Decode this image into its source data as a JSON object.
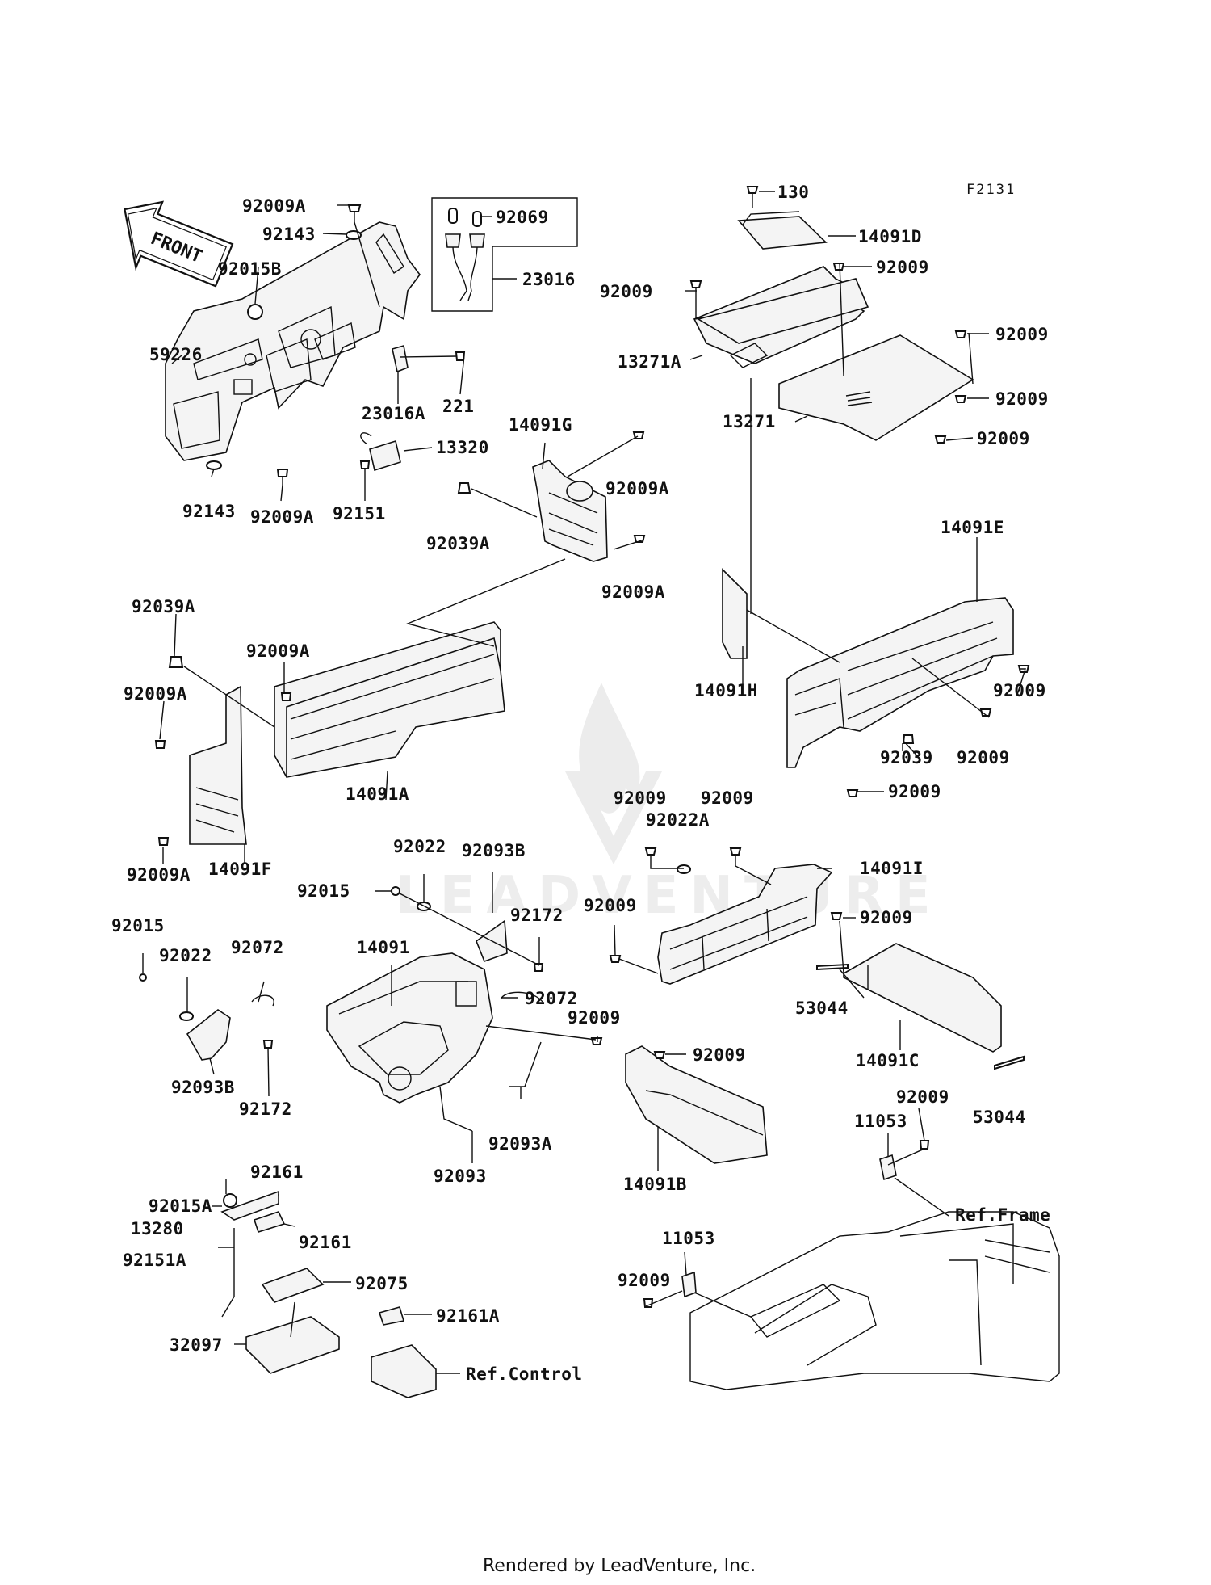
{
  "figure_code": "F2131",
  "footer": "Rendered by LeadVenture, Inc.",
  "watermark": "LEADVENTURE",
  "front_arrow": "FRONT",
  "references": {
    "frame": "Ref.Frame",
    "control": "Ref.Control"
  },
  "callouts": [
    {
      "id": "c1",
      "text": "92009A"
    },
    {
      "id": "c2",
      "text": "92143"
    },
    {
      "id": "c3",
      "text": "92015B"
    },
    {
      "id": "c4",
      "text": "59226"
    },
    {
      "id": "c5",
      "text": "92143"
    },
    {
      "id": "c6",
      "text": "92009A"
    },
    {
      "id": "c7",
      "text": "92069"
    },
    {
      "id": "c8",
      "text": "23016"
    },
    {
      "id": "c9",
      "text": "23016A"
    },
    {
      "id": "c10",
      "text": "221"
    },
    {
      "id": "c11",
      "text": "13320"
    },
    {
      "id": "c12",
      "text": "92151"
    },
    {
      "id": "c13",
      "text": "130"
    },
    {
      "id": "c14",
      "text": "14091D"
    },
    {
      "id": "c15",
      "text": "92009"
    },
    {
      "id": "c16",
      "text": "92009"
    },
    {
      "id": "c17",
      "text": "13271A"
    },
    {
      "id": "c18",
      "text": "92009"
    },
    {
      "id": "c19",
      "text": "92009"
    },
    {
      "id": "c20",
      "text": "13271"
    },
    {
      "id": "c21",
      "text": "92009"
    },
    {
      "id": "c22",
      "text": "14091G"
    },
    {
      "id": "c23",
      "text": "92009A"
    },
    {
      "id": "c24",
      "text": "92039A"
    },
    {
      "id": "c25",
      "text": "92009A"
    },
    {
      "id": "c26",
      "text": "14091E"
    },
    {
      "id": "c27",
      "text": "92039A"
    },
    {
      "id": "c28",
      "text": "92009A"
    },
    {
      "id": "c29",
      "text": "92009A"
    },
    {
      "id": "c30",
      "text": "14091A"
    },
    {
      "id": "c31",
      "text": "92009A"
    },
    {
      "id": "c32",
      "text": "14091F"
    },
    {
      "id": "c33",
      "text": "14091H"
    },
    {
      "id": "c34",
      "text": "92009"
    },
    {
      "id": "c35",
      "text": "92039"
    },
    {
      "id": "c36",
      "text": "92009"
    },
    {
      "id": "c37",
      "text": "92009"
    },
    {
      "id": "c38",
      "text": "92009"
    },
    {
      "id": "c39",
      "text": "92009"
    },
    {
      "id": "c40",
      "text": "92022A"
    },
    {
      "id": "c41",
      "text": "14091I"
    },
    {
      "id": "c42",
      "text": "92022"
    },
    {
      "id": "c43",
      "text": "92093B"
    },
    {
      "id": "c44",
      "text": "92015"
    },
    {
      "id": "c45",
      "text": "92172"
    },
    {
      "id": "c46",
      "text": "92009"
    },
    {
      "id": "c47",
      "text": "92009"
    },
    {
      "id": "c48",
      "text": "92015"
    },
    {
      "id": "c49",
      "text": "92022"
    },
    {
      "id": "c50",
      "text": "92072"
    },
    {
      "id": "c51",
      "text": "14091"
    },
    {
      "id": "c52",
      "text": "92072"
    },
    {
      "id": "c53",
      "text": "53044"
    },
    {
      "id": "c54",
      "text": "92009"
    },
    {
      "id": "c55",
      "text": "92009"
    },
    {
      "id": "c56",
      "text": "14091C"
    },
    {
      "id": "c57",
      "text": "92093B"
    },
    {
      "id": "c58",
      "text": "92172"
    },
    {
      "id": "c59",
      "text": "53044"
    },
    {
      "id": "c60",
      "text": "92009"
    },
    {
      "id": "c61",
      "text": "11053"
    },
    {
      "id": "c62",
      "text": "92093A"
    },
    {
      "id": "c63",
      "text": "14091B"
    },
    {
      "id": "c64",
      "text": "92093"
    },
    {
      "id": "c65",
      "text": "92161"
    },
    {
      "id": "c66",
      "text": "92015A"
    },
    {
      "id": "c67",
      "text": "13280"
    },
    {
      "id": "c68",
      "text": "92161"
    },
    {
      "id": "c69",
      "text": "92151A"
    },
    {
      "id": "c70",
      "text": "11053"
    },
    {
      "id": "c71",
      "text": "92009"
    },
    {
      "id": "c72",
      "text": "92075"
    },
    {
      "id": "c73",
      "text": "92161A"
    },
    {
      "id": "c74",
      "text": "32097"
    }
  ]
}
